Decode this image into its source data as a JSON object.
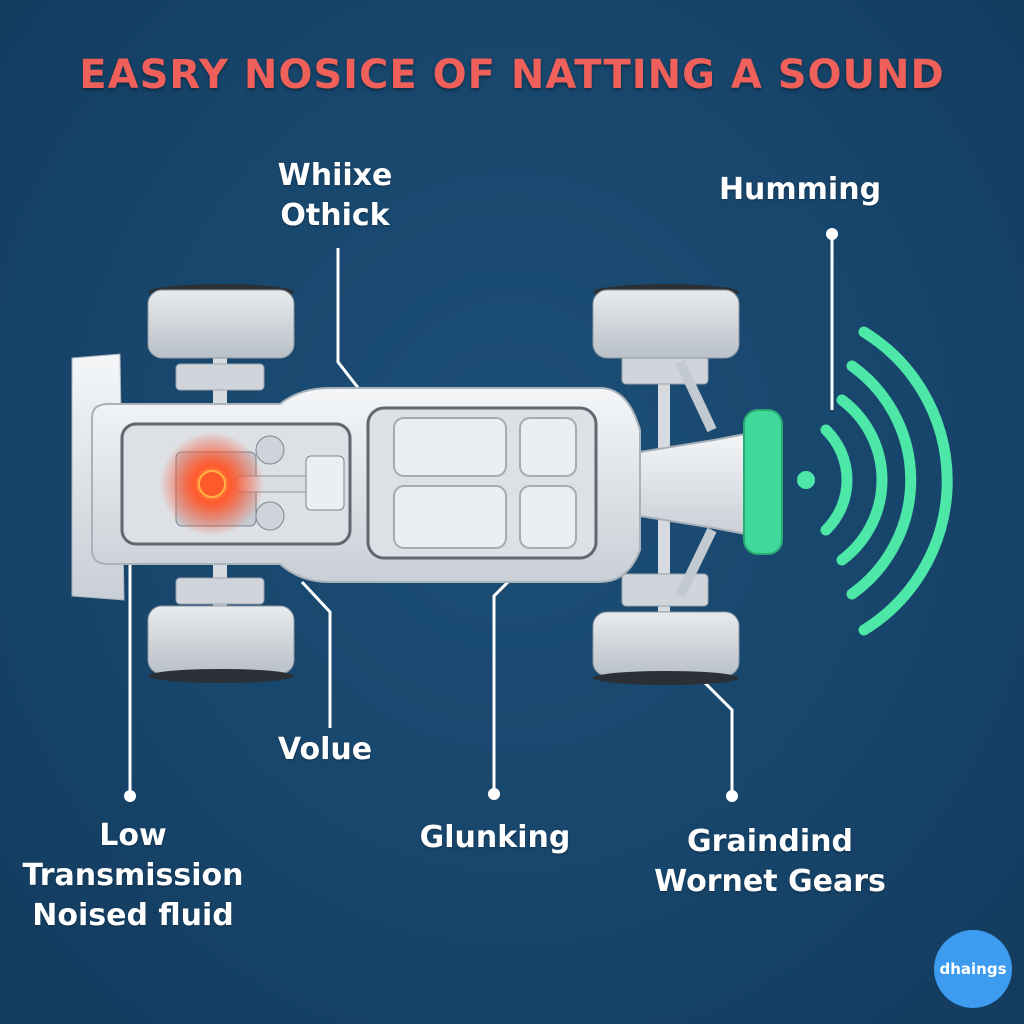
{
  "title": "EASRY NOSICE OF NATTING A SOUND",
  "labels": {
    "whine_line1": "Whiixe",
    "whine_line2": "Othick",
    "humming": "Humming",
    "volue": "Volue",
    "low_line1": "Low",
    "low_line2": "Transmission",
    "low_line3": "Noised fluid",
    "clunking": "Glunking",
    "grinding_line1": "Graindind",
    "grinding_line2": "Wornet Gears"
  },
  "logo": {
    "text": "dhaings"
  },
  "colors": {
    "background": "#17456b",
    "title": "#f0605a",
    "sound_waves": "#4de8a8",
    "hot_spot": "#ff3b1f"
  }
}
